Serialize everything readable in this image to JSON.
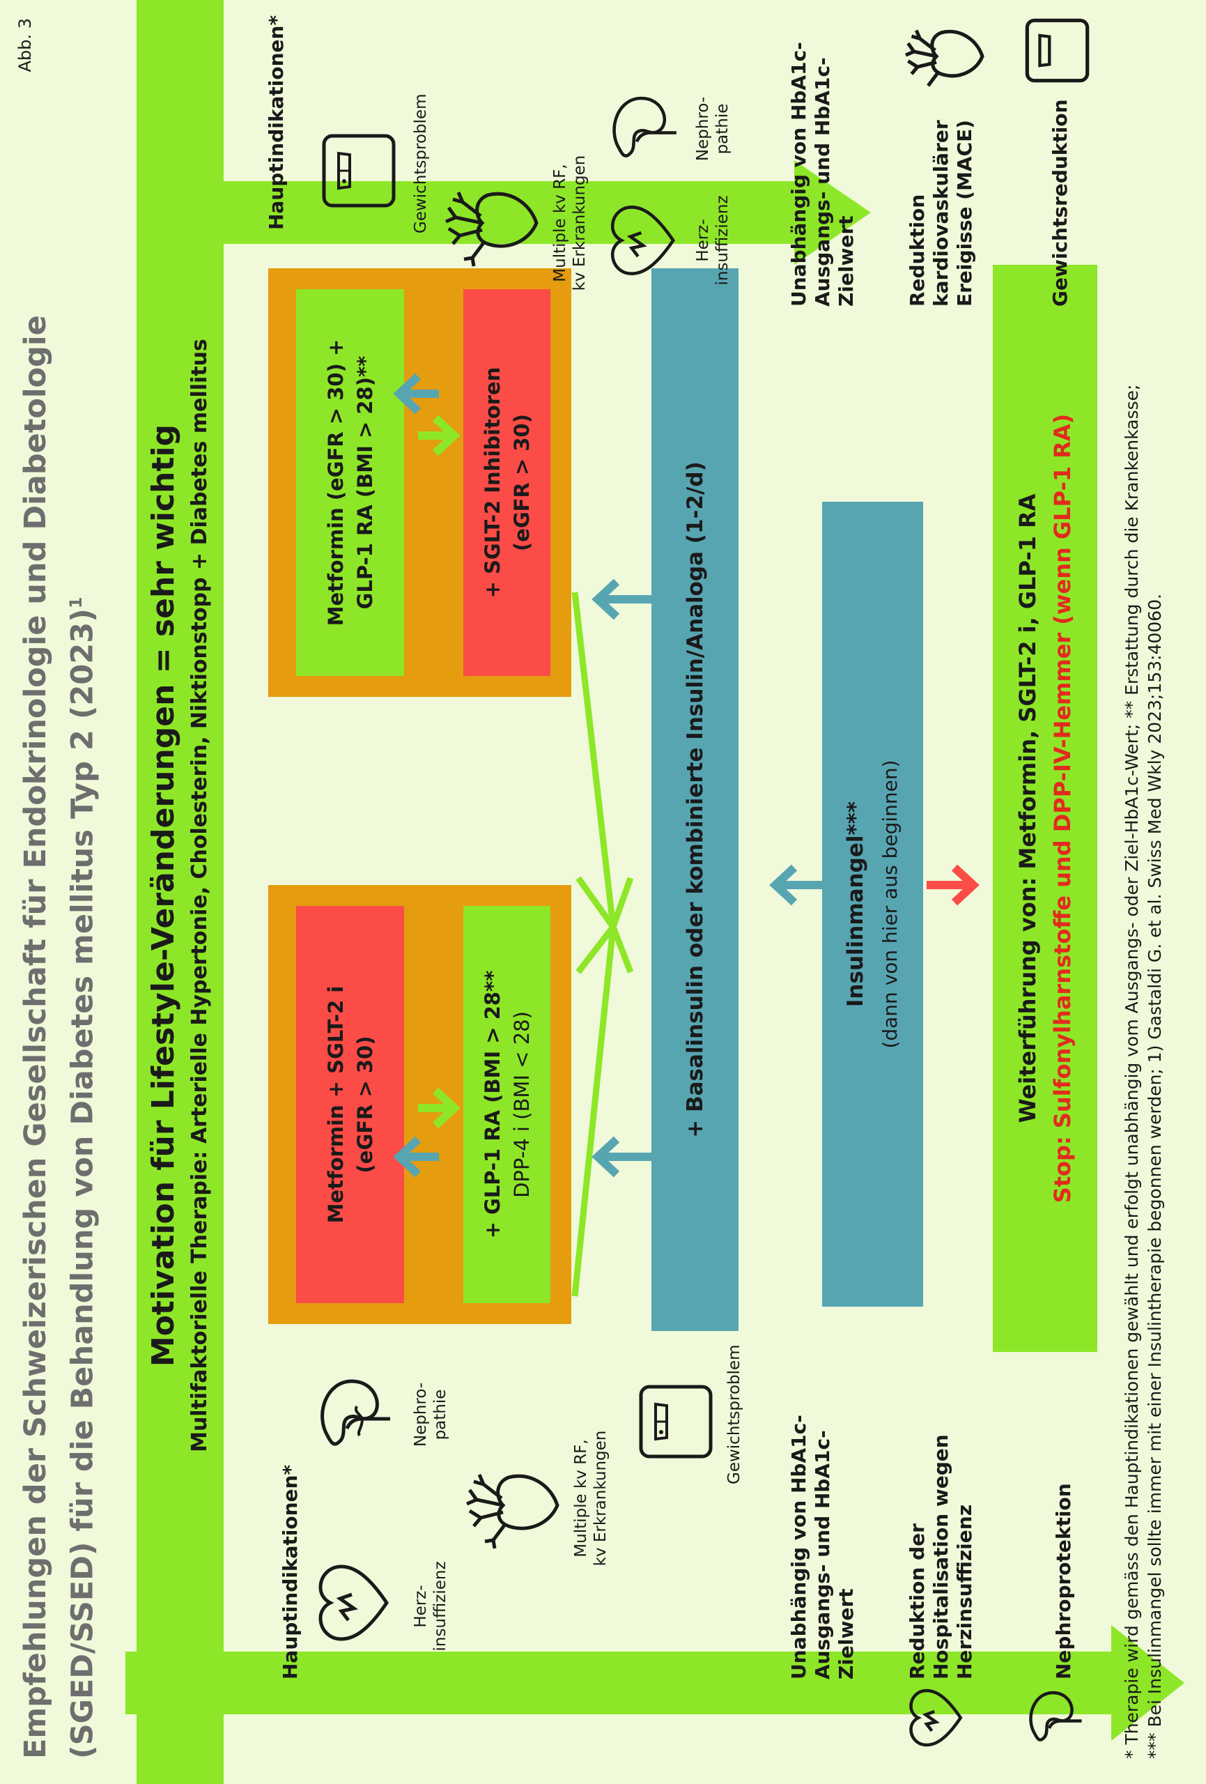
{
  "header": {
    "title_line1": "Empfehlungen der Schweizerischen Gesellschaft für Endokrinologie und Diabetologie",
    "title_line2": "(SGED/SSED) für die Behandlung von Diabetes mellitus Typ 2 (2023)",
    "title_sup": "1",
    "figure_label": "Abb. 3"
  },
  "center": {
    "motivation": "Motivation für Lifestyle-Veränderungen = sehr wichtig",
    "multifactorial": "Multifaktorielle Therapie: Arterielle Hypertonie, Cholesterin, Niktionstopp + Diabetes mellitus"
  },
  "left_column": {
    "heading": "Hauptindikationen*",
    "icons": [
      {
        "name": "Herz-insuffizienz",
        "line1": "Herz-",
        "line2": "insuffizienz"
      },
      {
        "name": "Nephropathie",
        "line1": "Nephro-",
        "line2": "pathie"
      },
      {
        "name": "Multiple kv RF",
        "line1": "Multiple kv RF,",
        "line2": "kv Erkrankungen"
      },
      {
        "name": "Gewichtsproblem",
        "line1": "Gewichtsproblem",
        "line2": ""
      }
    ],
    "independence": "Unabhängig von HbA1c-Ausgangs- und HbA1c-Zielwert",
    "outcome_hosp": "Reduktion der Hospitalisation wegen Herzinsuffizienz",
    "outcome_nephro": "Nephroprotektion"
  },
  "right_column": {
    "heading": "Hauptindikationen*",
    "icons": [
      {
        "name": "Gewichtsproblem",
        "line1": "Gewichtsproblem",
        "line2": ""
      },
      {
        "name": "Multiple kv RF",
        "line1": "Multiple kv RF,",
        "line2": "kv Erkrankungen"
      },
      {
        "name": "Herz-insuffizienz",
        "line1": "Herz-",
        "line2": "insuffizienz"
      },
      {
        "name": "Nephropathie",
        "line1": "Nephro-",
        "line2": "pathie"
      }
    ],
    "independence": "Unabhängig von HbA1c-Ausgangs- und HbA1c-Zielwert",
    "outcome_mace": "Reduktion kardiovaskulärer Ereigisse (MACE)",
    "outcome_weight": "Gewichtsreduktion"
  },
  "left_panel": {
    "top_line1": "Metformin + SGLT-2 i",
    "top_line2": "(eGFR > 30)",
    "bottom_line1": "+ GLP-1 RA (BMI > 28**",
    "bottom_line2": "DPP-4 i (BMI < 28)"
  },
  "right_panel": {
    "top_line1": "Metformin (eGFR > 30) +",
    "top_line2": "GLP-1 RA (BMI > 28)**",
    "bottom_line1": "+ SGLT-2 Inhibitoren",
    "bottom_line2": "(eGFR > 30)"
  },
  "insulin": {
    "basal": "+ Basalinsulin oder kombinierte Insulin/Analoga (1-2/d)",
    "mangel": "Insulinmangel***",
    "mangel_sub": "(dann von hier aus beginnen)"
  },
  "continuation": {
    "line1": "Weiterführung von: Metformin, SGLT-2 i, GLP-1 RA",
    "line2": "Stop: Sulfonylharnstoffe und DPP-IV-Hemmer (wenn GLP-1 RA)"
  },
  "footnotes": {
    "line1": "* Therapie wird gemäss den Hauptindikationen gewählt und erfolgt unabhängig vom Ausgangs- oder Ziel-HbA1c-Wert; ** Erstattung durch die Krankenkasse;",
    "line2": "*** Bei Insulinmangel sollte immer mit einer Insulintherapie begonnen werden; 1) Gastaldi G. et al. Swiss Med Wkly 2023;153:40060."
  },
  "colors": {
    "background": "#f0f9d9",
    "lime": "#8ee628",
    "orange": "#e59c0f",
    "red": "#fb4c47",
    "teal": "#58a5b2",
    "stop_red": "#e22a1e"
  }
}
